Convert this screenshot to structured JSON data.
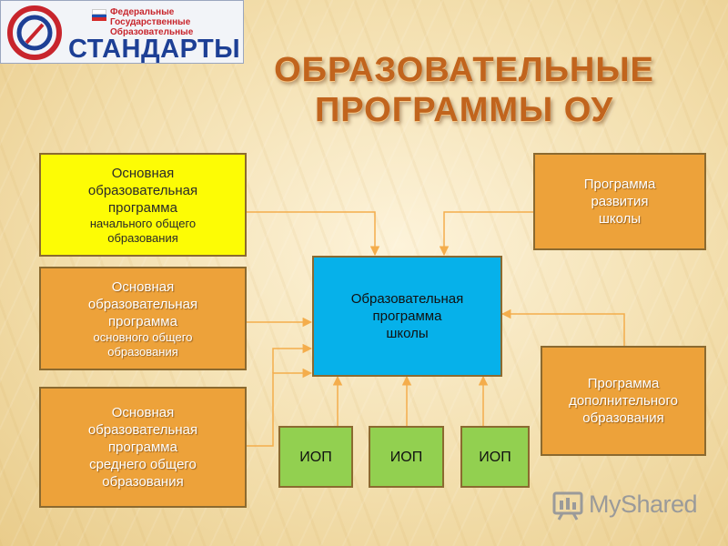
{
  "logo": {
    "line1": "Федеральные",
    "line2": "Государственные",
    "line3": "Образовательные",
    "brand": "СТАНДАРТЫ"
  },
  "title": {
    "line1": "ОБРАЗОВАТЕЛЬНЫЕ",
    "line2": "ПРОГРАММЫ  ОУ"
  },
  "boxes": {
    "primary": {
      "l1": "Основная",
      "l2": "образовательная",
      "l3": "программа",
      "l4": "начального  общего",
      "l5": "образования"
    },
    "basic": {
      "l1": "Основная",
      "l2": "образовательная",
      "l3": "программа",
      "l4": "основного общего",
      "l5": "образования"
    },
    "secondary": {
      "l1": "Основная",
      "l2": "образовательная",
      "l3": "программа",
      "l4": "среднего  общего",
      "l5": "образования"
    },
    "center": {
      "l1": "Образовательная",
      "l2": "программа",
      "l3": "школы"
    },
    "development": {
      "l1": "Программа",
      "l2": "развития",
      "l3": "школы"
    },
    "additional": {
      "l1": "Программа",
      "l2": "дополнительного",
      "l3": "образования"
    },
    "iop": [
      "ИОП",
      "ИОП",
      "ИОП"
    ]
  },
  "watermark": {
    "text": "MyShared"
  },
  "colors": {
    "orange": "#eda23a",
    "yellow": "#fdfc05",
    "blue": "#06b1ea",
    "green": "#92d050",
    "title": "#c1641d"
  }
}
